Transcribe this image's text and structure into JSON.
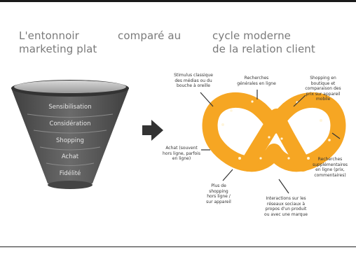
{
  "titles": {
    "left": [
      "L'entonnoir",
      "marketing plat"
    ],
    "middle": "comparé au",
    "right": [
      "cycle moderne",
      "de la relation client"
    ]
  },
  "funnel": {
    "stages": [
      "Sensibilisation",
      "Considération",
      "Shopping",
      "Achat",
      "Fidélité"
    ]
  },
  "annotations": {
    "stimulus": [
      "Stimulus classique",
      "des médias ou du",
      "bouche à oreille"
    ],
    "recherches_generales": [
      "Recherches",
      "générales en ligne"
    ],
    "shopping": [
      "Shopping en",
      "boutique et",
      "comparaison des",
      "prix sur appareil",
      "mobile"
    ],
    "achat": [
      "Achat (souvent",
      "hors ligne, parfois",
      "en ligne)"
    ],
    "recherches_supp": [
      "Recherches",
      "supplémentaires",
      "en ligne (prix,",
      "commentaires)"
    ],
    "plus_shopping": [
      "Plus de",
      "shopping",
      "hors ligne /",
      "sur appareil"
    ],
    "interactions": [
      "Interactions sur les",
      "réseaux sociaux à",
      "propos d'un produit",
      "ou avec une marque"
    ]
  },
  "colors": {
    "pretzel": "#f6a623",
    "funnel": "#5a5a5a",
    "arrow": "#333333",
    "title": "#7a7a7a"
  },
  "icons": {
    "arrow": "right-arrow-icon",
    "pretzel": "pretzel-icon"
  }
}
